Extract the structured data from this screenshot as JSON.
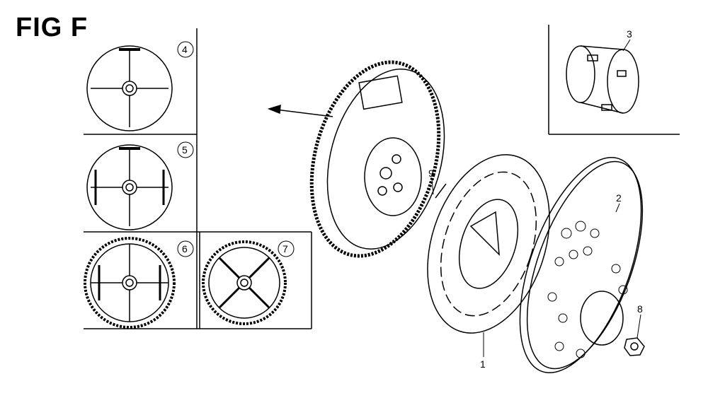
{
  "figure_title": "FIG F",
  "callouts": {
    "p1": "1",
    "p2": "2",
    "p3": "3",
    "p4": "4",
    "p5": "5",
    "p6": "6",
    "p7": "7",
    "p8": "8",
    "p9": "9"
  }
}
